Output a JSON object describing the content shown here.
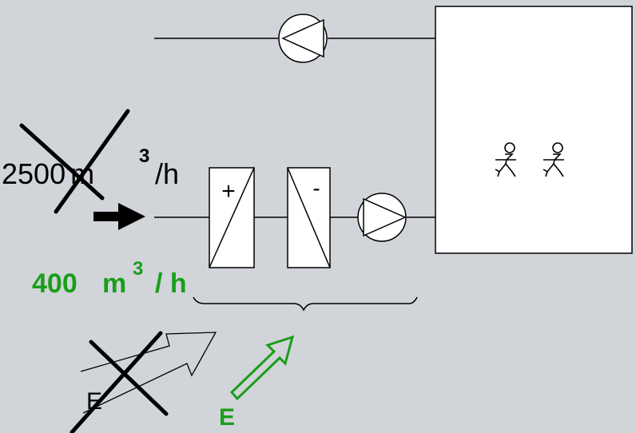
{
  "airflow": {
    "old_value": "2500",
    "old_unit": "m",
    "old_exp": "3",
    "old_per": "/h",
    "new_value": "400",
    "new_unit": "m",
    "new_exp": "3",
    "new_per": "/ h"
  },
  "heater": {
    "symbol": "+"
  },
  "cooler": {
    "symbol": "-"
  },
  "energy": {
    "old_label": "E",
    "new_label": "E"
  },
  "colors": {
    "background": "#d1d4d9",
    "line": "#000000",
    "highlight": "#1a9e1a",
    "box_fill": "#ffffff"
  },
  "icons": [
    "supply-fan-icon",
    "exhaust-fan-icon",
    "person-icon",
    "person-icon",
    "inflow-arrow-icon",
    "energy-arrow-icon"
  ]
}
